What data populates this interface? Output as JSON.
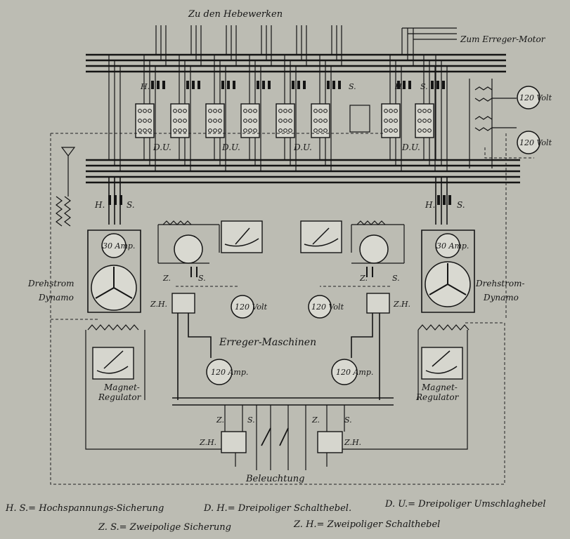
{
  "labels": {
    "title_top": "Zu den Hebewerken",
    "exciter_motor": "Zum Erreger-Motor",
    "hs": "H.",
    "s": "S.",
    "du": "D.U.",
    "volt_120": "120 Volt",
    "amp_30": "30 Amp.",
    "amp_120": "120 Amp.",
    "drehstrom_left": "Drehstrom",
    "dynamo_left": "Dynamo",
    "drehstrom_right": "Drehstrom-",
    "dynamo_right": "Dynamo",
    "zs_z": "Z.",
    "zh": "Z.H.",
    "erreger": "Erreger-Maschinen",
    "magnet": "Magnet-",
    "regulator": "Regulator",
    "beleuchtung": "Beleuchtung"
  },
  "legend": {
    "hs": "H. S.= Hochspannungs-Sicherung",
    "dh": "D. H.= Dreipoliger Schalthebel.",
    "du": "D. U.= Dreipoliger Umschlaghebel",
    "zs": "Z. S.= Zweipolige Sicherung",
    "zh": "Z. H.= Zweipoliger Schalthebel"
  }
}
